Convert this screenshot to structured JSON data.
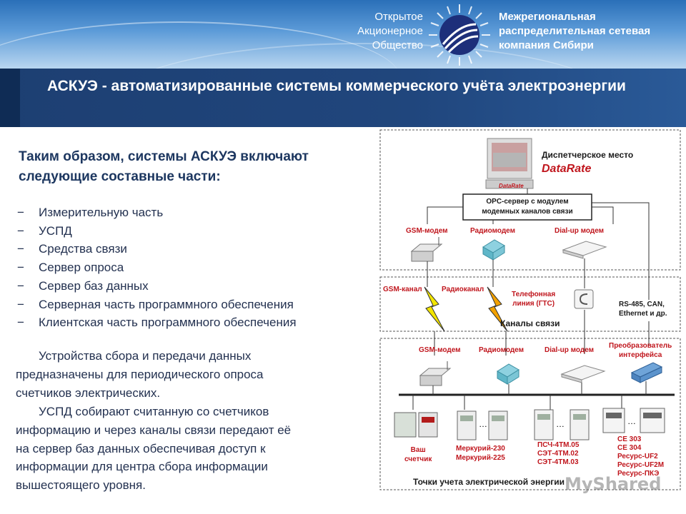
{
  "header": {
    "org_left": [
      "Открытое",
      "Акционерное",
      "Общество"
    ],
    "org_right": [
      "Межрегиональная",
      "распределительная сетевая",
      "компания Сибири"
    ],
    "logo_icon": "mrsk-logo-icon"
  },
  "title": "АСКУЭ - автоматизированные системы коммерческого учёта электроэнергии",
  "intro": "Таким образом, системы АСКУЭ включают  следующие составные части:",
  "parts": [
    "Измерительную часть",
    "УСПД",
    "Средства связи",
    "Сервер опроса",
    "Сервер баз данных",
    "Серверная часть программного обеспечения",
    "Клиентская часть программного обеспечения"
  ],
  "para1_lines": [
    "Устройства сбора и передачи данных",
    "предназначены для периодического опроса",
    "счетчиков электрических."
  ],
  "para2_lines": [
    "УСПД собирают считанную со счетчиков",
    "информацию и через каналы связи передают её",
    "на сервер баз данных обеспечивая доступ к",
    "информации для центра сбора информации",
    "вышестоящего уровня."
  ],
  "diagram": {
    "dispatcher_label": "Диспетчерское место",
    "datarate_label": "DataRate",
    "datarate_logo": "DataRate",
    "opc_lines": [
      "OPC-сервер с модулем",
      "модемных каналов связи"
    ],
    "top_modems": [
      "GSM-модем",
      "Радиомодем",
      "Dial-up модем"
    ],
    "channels": [
      "GSM-канал",
      "Радиоканал"
    ],
    "phone_lines": [
      "Телефонная",
      "линия (ГТС)"
    ],
    "rs485_lines": [
      "RS-485, CAN,",
      "Ethernet и др."
    ],
    "channels_title": "Каналы связи",
    "bottom_modems": [
      "GSM-модем",
      "Радиомодем",
      "Dial-up модем"
    ],
    "converter_lines": [
      "Преобразователь",
      "интерфейса"
    ],
    "meter_groups": [
      [
        "Ваш",
        "счетчик"
      ],
      [
        "Меркурий-230",
        "Меркурий-225"
      ],
      [
        "ПСЧ-4ТМ.05",
        "СЭТ-4ТМ.02",
        "СЭТ-4ТМ.03"
      ],
      [
        "CE 303",
        "CE 304",
        "Ресурс-UF2",
        "Ресурс-UF2M",
        "Ресурс-ПКЭ"
      ]
    ],
    "points_title": "Точки учета электрической энергии"
  },
  "watermark": "MyShared",
  "colors": {
    "header_top": "#2a6fb8",
    "title_band": "#1d3f72",
    "intro_text": "#1d3760",
    "diagram_red": "#c0161d"
  }
}
